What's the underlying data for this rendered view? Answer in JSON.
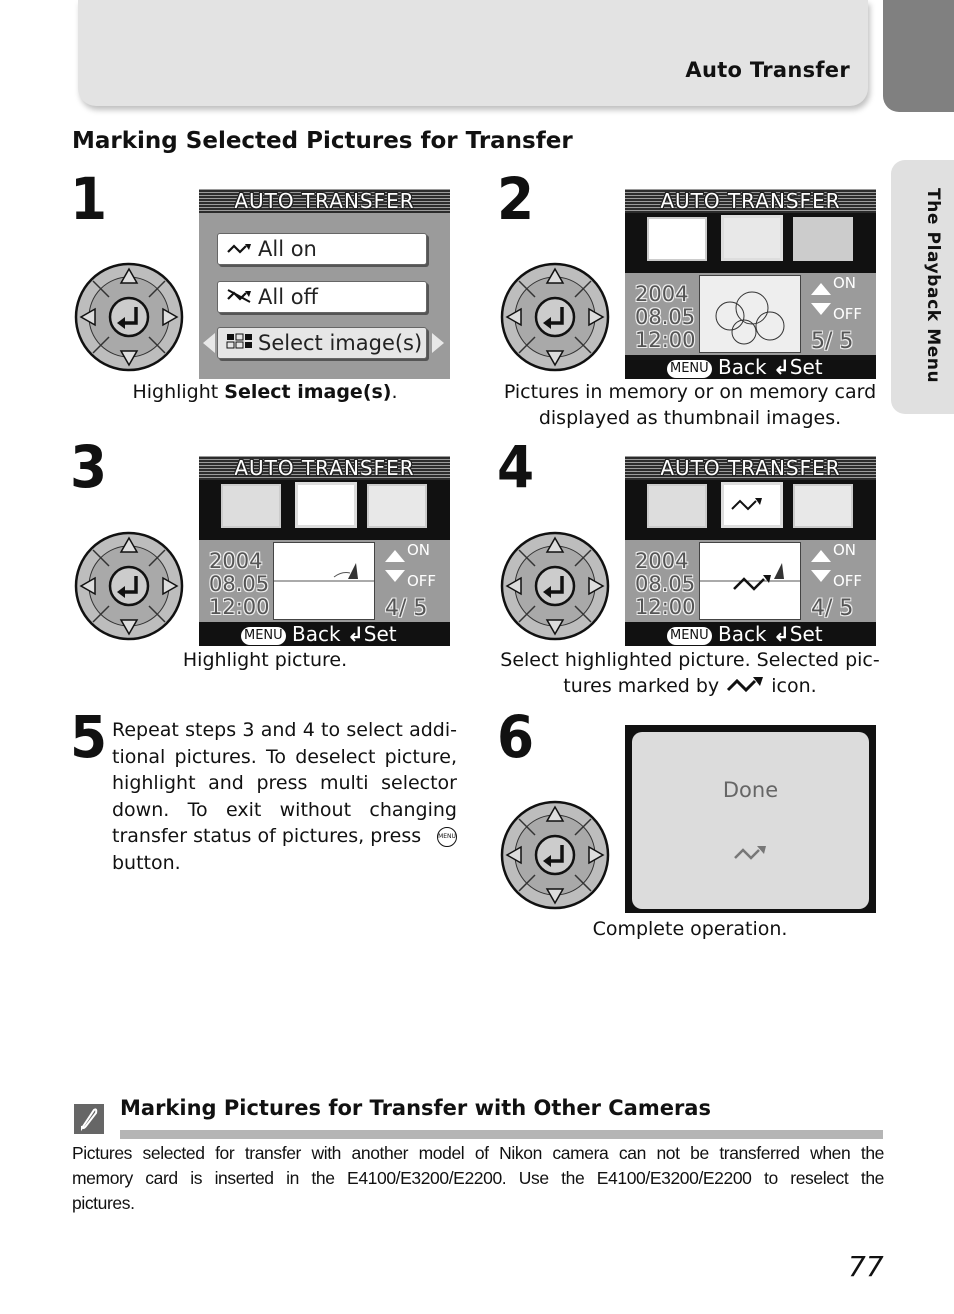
{
  "header": {
    "title": "Auto Transfer"
  },
  "side_tab": {
    "label": "The Playback Menu"
  },
  "section_title": "Marking Selected Pictures for Transfer",
  "steps": [
    {
      "number": "1",
      "caption_pre": "Highlight ",
      "caption_bold": "Select image(s)",
      "caption_post": "."
    },
    {
      "number": "2",
      "caption_line1": "Pictures in memory or on memory card",
      "caption_line2": "displayed as thumbnail images."
    },
    {
      "number": "3",
      "caption": "Highlight picture."
    },
    {
      "number": "4",
      "caption_line1": "Select highlighted picture. Selected pic-",
      "caption_line2_pre": "tures marked by ",
      "caption_line2_post": " icon."
    },
    {
      "number": "5",
      "text_lines": [
        "Repeat steps 3 and 4 to select addi-",
        "tional pictures. To deselect picture,",
        "highlight and press multi selector",
        "down. To exit without changing",
        "transfer status of pictures, press"
      ],
      "text_last": "button."
    },
    {
      "number": "6",
      "caption": "Complete operation."
    }
  ],
  "lcd": {
    "title": "AUTO TRANSFER",
    "menu_items": [
      "All on",
      "All off",
      "Select image(s)"
    ],
    "date_year": "2004",
    "date_day": "08.05",
    "date_time": "12:00",
    "on_label": "ON",
    "off_label": "OFF",
    "counter_step2": "5/ 5",
    "counter_step34": "4/ 5",
    "back_label": "Back",
    "set_label": "Set",
    "menu_badge": "MENU",
    "done_label": "Done"
  },
  "note": {
    "title": "Marking Pictures for Transfer with Other Cameras",
    "lines": [
      "Pictures selected for transfer with another model of Nikon camera can not be transferred when the",
      "memory card is inserted in the E4100/E3200/E2200. Use the E4100/E3200/E2200 to reselect the",
      "pictures."
    ]
  },
  "page_number": "77",
  "icons": [
    "transfer-icon",
    "transfer-off-icon",
    "thumbnail-grid-icon",
    "multi-selector-icon",
    "menu-button-icon",
    "note-pencil-icon"
  ]
}
